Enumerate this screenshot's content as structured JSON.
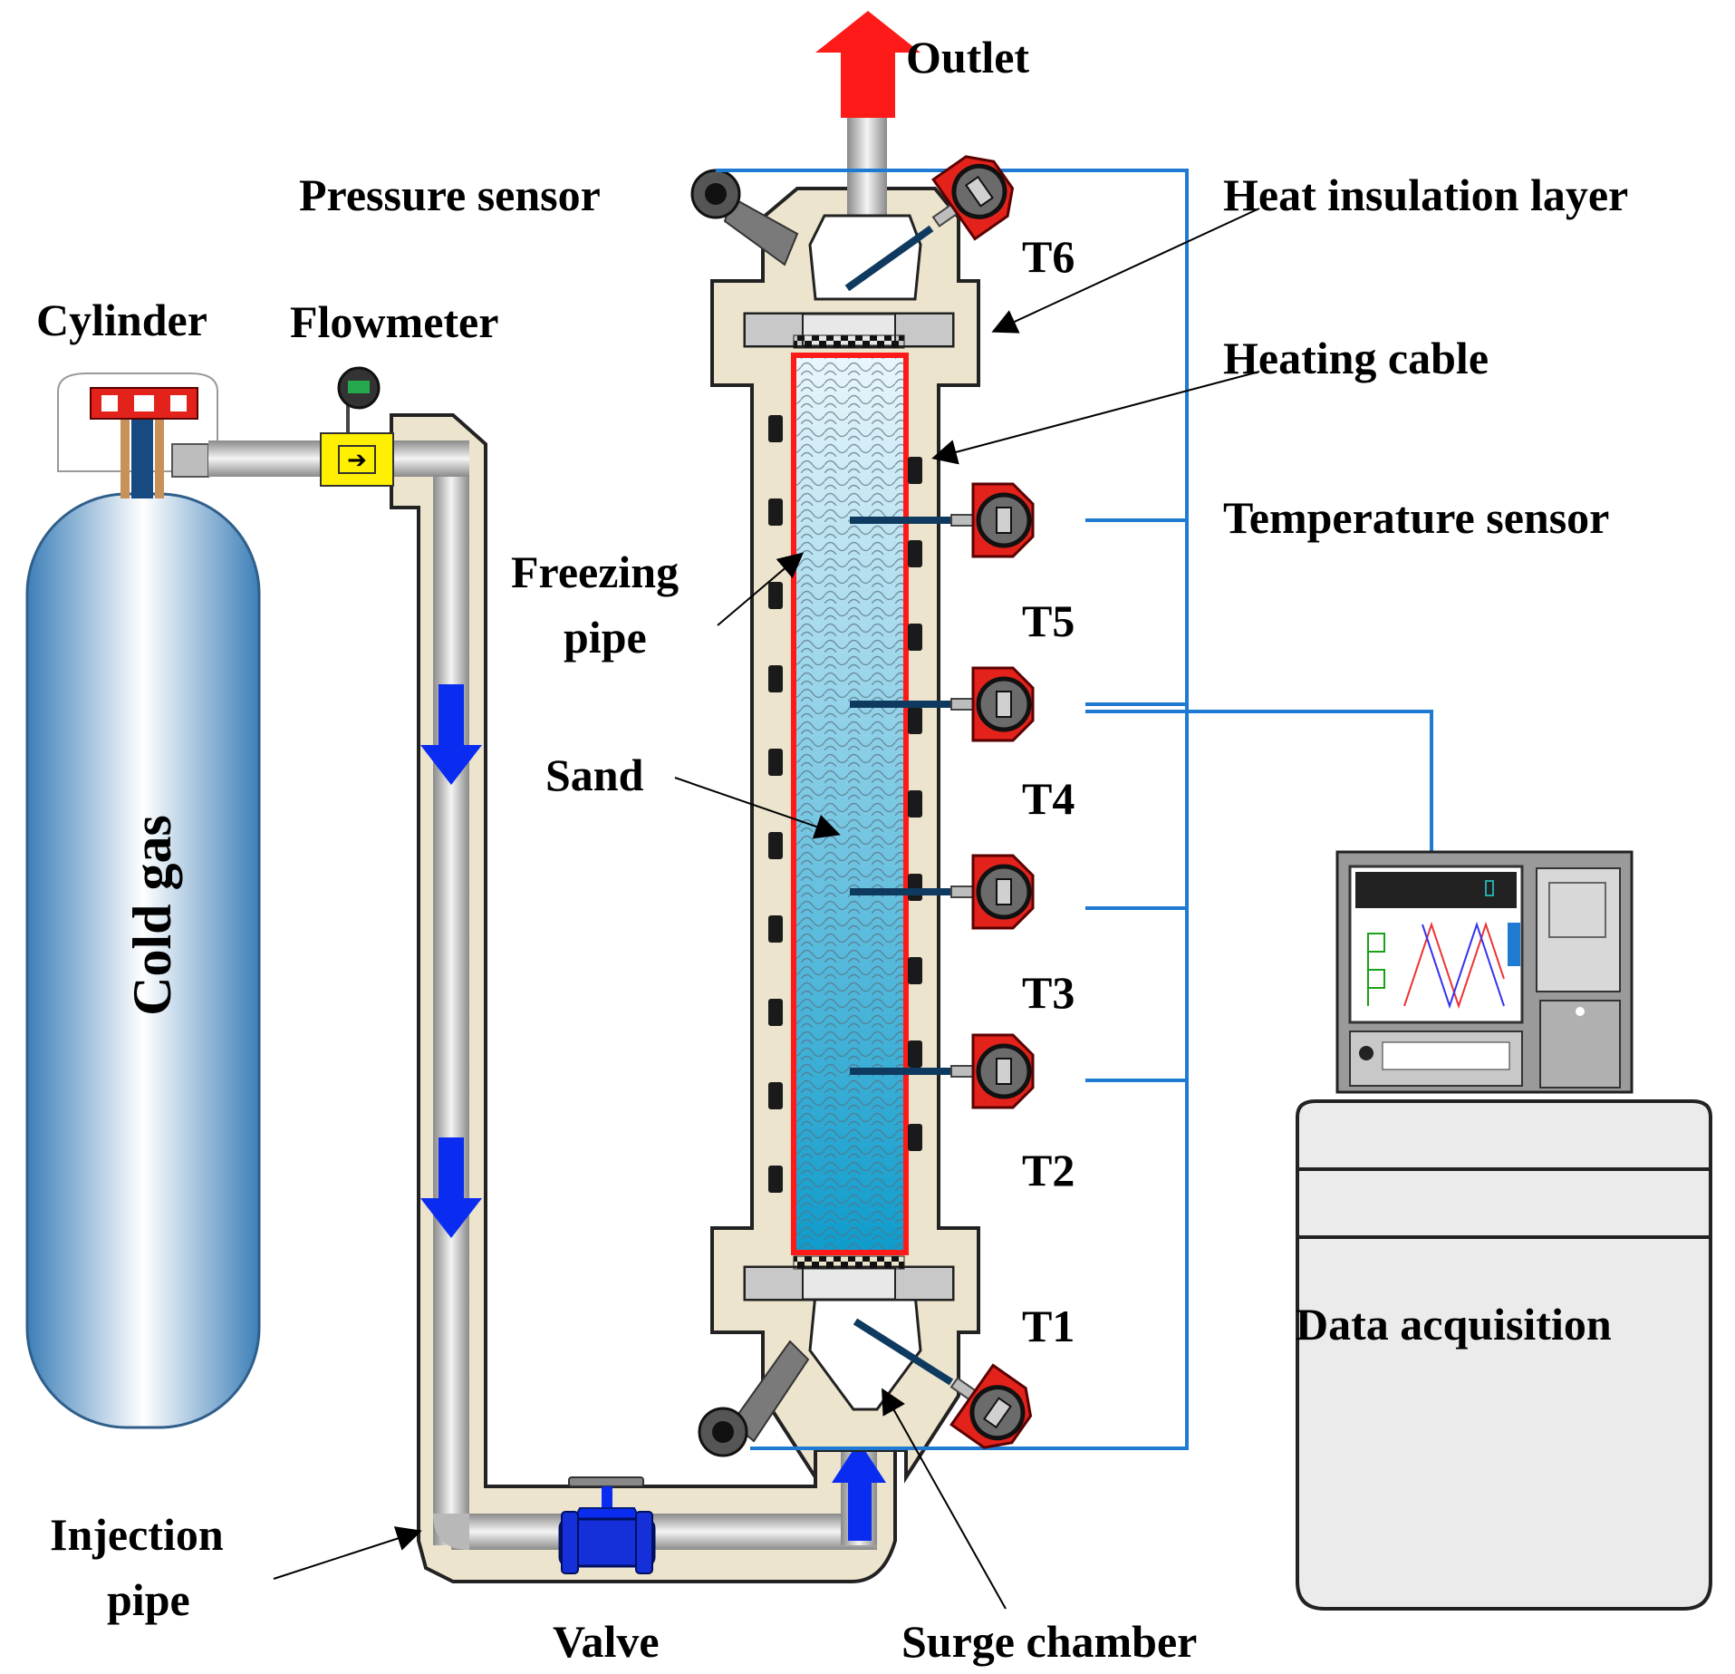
{
  "labels": {
    "outlet": "Outlet",
    "pressure_sensor": "Pressure sensor",
    "heat_insulation_layer": "Heat insulation layer",
    "cylinder": "Cylinder",
    "flowmeter": "Flowmeter",
    "heating_cable": "Heating cable",
    "temperature_sensor": "Temperature sensor",
    "freezing_pipe_line1": "Freezing",
    "freezing_pipe_line2": "pipe",
    "sand": "Sand",
    "cold_gas": "Cold gas",
    "injection_pipe_line1": "Injection",
    "injection_pipe_line2": "pipe",
    "valve": "Valve",
    "surge_chamber": "Surge chamber",
    "data_acquisition": "Data acquisition"
  },
  "sensors": [
    "T1",
    "T2",
    "T3",
    "T4",
    "T5",
    "T6"
  ],
  "colors": {
    "insulation": "#ece4cc",
    "wire": "#1e7bd1",
    "sensor_red": "#e3231b",
    "flow_arrow": "#0a2cf0",
    "outlet_arrow": "#ff1a1a",
    "cylinder_blue": "#4a90c8",
    "heating_cable": "#ff1a1a",
    "flowmeter_yellow": "#ffef00"
  }
}
